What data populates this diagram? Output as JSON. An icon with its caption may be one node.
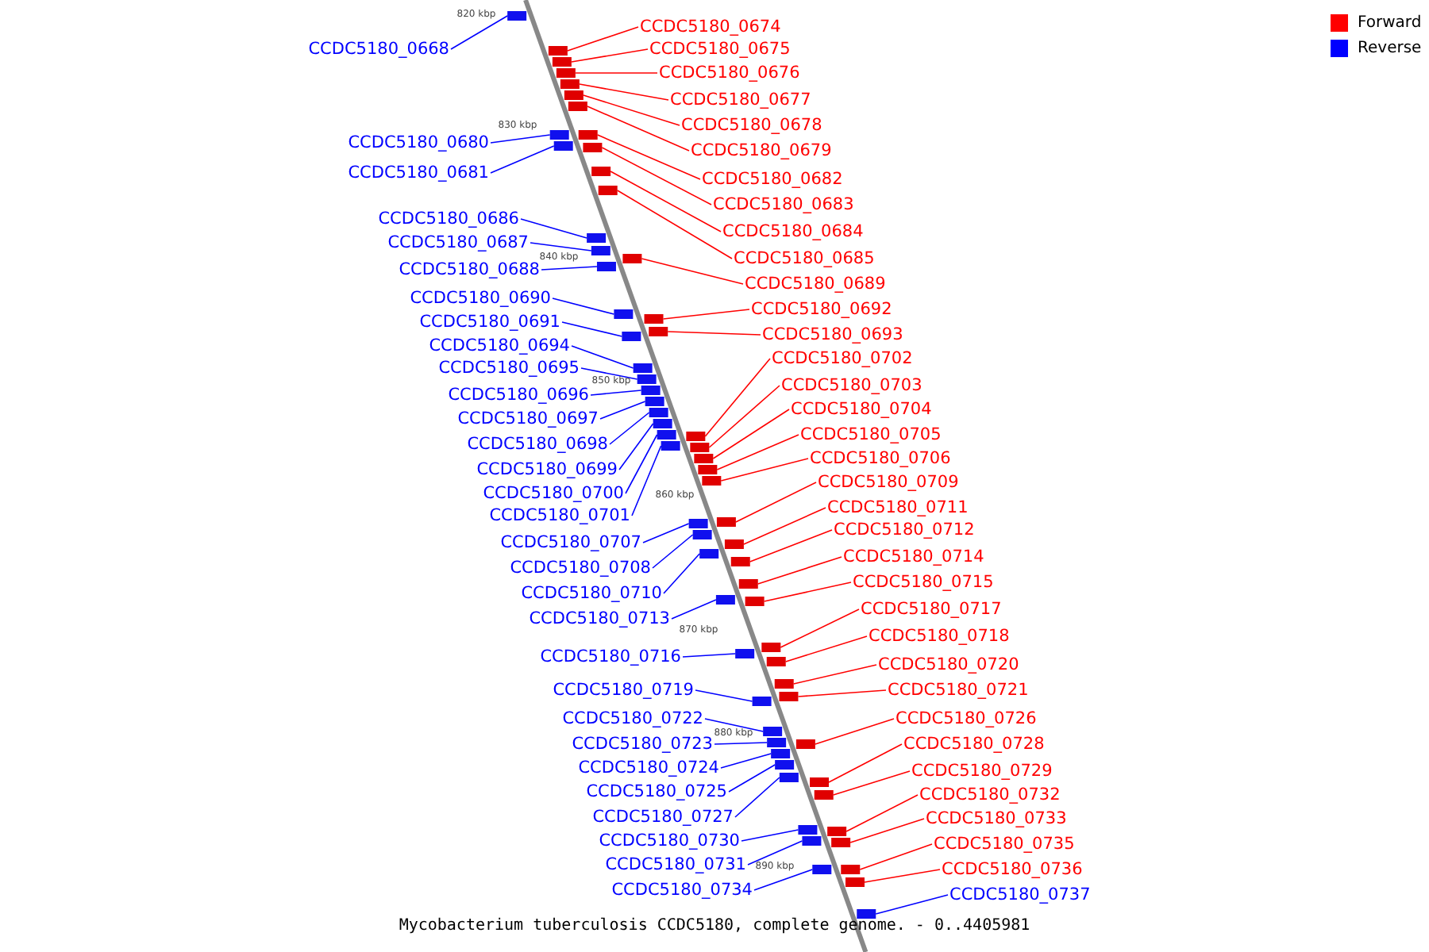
{
  "diagram": {
    "caption": "Mycobacterium tuberculosis CCDC5180, complete genome. - 0..4405981",
    "nodes": [
      {
        "text": [
          "CCDC5180_0668"
        ]
      },
      {
        "text": [
          "CCDC5180_0674"
        ]
      },
      {
        "text": [
          "CCDC5180_0675"
        ]
      },
      {
        "text": [
          "CCDC5180_0676"
        ]
      },
      {
        "text": [
          "CCDC5180_0677"
        ]
      },
      {
        "text": [
          "CCDC5180_0678"
        ]
      },
      {
        "text": [
          "CCDC5180_0679"
        ]
      },
      {
        "text": [
          "CCDC5180_0680"
        ]
      },
      {
        "text": [
          "CCDC5180_0681"
        ]
      },
      {
        "text": [
          "CCDC5180_0682"
        ]
      },
      {
        "text": [
          "CCDC5180_0683"
        ]
      },
      {
        "text": [
          "CCDC5180_0684"
        ]
      },
      {
        "text": [
          "CCDC5180_0685"
        ]
      },
      {
        "text": [
          "CCDC5180_0686"
        ]
      },
      {
        "text": [
          "CCDC5180_0687"
        ]
      },
      {
        "text": [
          "CCDC5180_0688"
        ]
      },
      {
        "text": [
          "CCDC5180_0689"
        ]
      },
      {
        "text": [
          "CCDC5180_0690"
        ]
      },
      {
        "text": [
          "CCDC5180_0691"
        ]
      },
      {
        "text": [
          "CCDC5180_0692"
        ]
      },
      {
        "text": [
          "CCDC5180_0693"
        ]
      },
      {
        "text": [
          "CCDC5180_0694"
        ]
      },
      {
        "text": [
          "CCDC5180_0695"
        ]
      },
      {
        "text": [
          "CCDC5180_0696"
        ]
      },
      {
        "text": [
          "CCDC5180_0697"
        ]
      },
      {
        "text": [
          "CCDC5180_0698"
        ]
      },
      {
        "text": [
          "CCDC5180_0699"
        ]
      },
      {
        "text": [
          "CCDC5180_0700"
        ]
      },
      {
        "text": [
          "CCDC5180_0701"
        ]
      },
      {
        "text": [
          "CCDC5180_0702"
        ]
      },
      {
        "text": [
          "CCDC5180_0703"
        ]
      },
      {
        "text": [
          "CCDC5180_0704"
        ]
      },
      {
        "text": [
          "CCDC5180_0705"
        ]
      },
      {
        "text": [
          "CCDC5180_0706"
        ]
      },
      {
        "text": [
          "CCDC5180_0707"
        ]
      },
      {
        "text": [
          "CCDC5180_0708"
        ]
      },
      {
        "text": [
          "CCDC5180_0709"
        ]
      },
      {
        "text": [
          "CCDC5180_0710"
        ]
      },
      {
        "text": [
          "CCDC5180_0711"
        ]
      },
      {
        "text": [
          "CCDC5180_0712"
        ]
      },
      {
        "text": [
          "CCDC5180_0713"
        ]
      },
      {
        "text": [
          "CCDC5180_0714"
        ]
      },
      {
        "text": [
          "CCDC5180_0715"
        ]
      },
      {
        "text": [
          "CCDC5180_0716"
        ]
      },
      {
        "text": [
          "CCDC5180_0717"
        ]
      },
      {
        "text": [
          "CCDC5180_0718"
        ]
      },
      {
        "text": [
          "CCDC5180_0719"
        ]
      },
      {
        "text": [
          "CCDC5180_0720"
        ]
      },
      {
        "text": [
          "CCDC5180_0721"
        ]
      },
      {
        "text": [
          "CCDC5180_0722"
        ]
      },
      {
        "text": [
          "CCDC5180_0723"
        ]
      },
      {
        "text": [
          "CCDC5180_0724"
        ]
      },
      {
        "text": [
          "CCDC5180_0725"
        ]
      },
      {
        "text": [
          "CCDC5180_0726"
        ]
      },
      {
        "text": [
          "CCDC5180_0727"
        ]
      },
      {
        "text": [
          "CCDC5180_0728"
        ]
      },
      {
        "text": [
          "CCDC5180_0729"
        ]
      },
      {
        "text": [
          "CCDC5180_0730"
        ]
      },
      {
        "text": [
          "CCDC5180_0731"
        ]
      },
      {
        "text": [
          "CCDC5180_0732"
        ]
      },
      {
        "text": [
          "CCDC5180_0733"
        ]
      },
      {
        "text": [
          "CCDC5180_0734"
        ]
      },
      {
        "text": [
          "CCDC5180_0735"
        ]
      },
      {
        "text": [
          "CCDC5180_0736"
        ]
      },
      {
        "text": [
          "CCDC5180_0737"
        ]
      },
      {
        "text": [],
        "shape": "box"
      },
      {
        "text": [],
        "shape": "box"
      },
      {
        "text": [],
        "shape": "box"
      },
      {
        "text": [],
        "shape": "box"
      },
      {
        "text": [],
        "shape": "box"
      },
      {
        "text": [],
        "shape": "box"
      },
      {
        "text": [],
        "shape": "box"
      },
      {
        "text": [],
        "shape": "box"
      },
      {
        "text": [],
        "shape": "box"
      },
      {
        "text": [],
        "shape": "box"
      },
      {
        "text": [],
        "shape": "box"
      },
      {
        "text": [],
        "shape": "box"
      },
      {
        "text": [],
        "shape": "box"
      },
      {
        "text": [],
        "shape": "box"
      },
      {
        "text": [],
        "shape": "box"
      },
      {
        "text": [],
        "shape": "box"
      },
      {
        "text": [],
        "shape": "box"
      },
      {
        "text": [],
        "shape": "box"
      },
      {
        "text": [],
        "shape": "box"
      },
      {
        "text": [],
        "shape": "box"
      },
      {
        "text": [],
        "shape": "box"
      },
      {
        "text": [],
        "shape": "box"
      },
      {
        "text": [],
        "shape": "box"
      },
      {
        "text": [],
        "shape": "box"
      },
      {
        "text": [],
        "shape": "box"
      },
      {
        "text": [],
        "shape": "box"
      },
      {
        "text": [],
        "shape": "box"
      },
      {
        "text": [],
        "shape": "box"
      },
      {
        "text": [],
        "shape": "box"
      },
      {
        "text": [],
        "shape": "box"
      },
      {
        "text": [],
        "shape": "box"
      },
      {
        "text": [],
        "shape": "box"
      },
      {
        "text": [],
        "shape": "box"
      },
      {
        "text": [],
        "shape": "box"
      },
      {
        "text": [],
        "shape": "box"
      },
      {
        "text": [],
        "shape": "box"
      },
      {
        "text": [],
        "shape": "box"
      },
      {
        "text": [],
        "shape": "box"
      },
      {
        "text": [],
        "shape": "box"
      },
      {
        "text": [],
        "shape": "box"
      },
      {
        "text": [],
        "shape": "box"
      },
      {
        "text": [],
        "shape": "box"
      },
      {
        "text": [],
        "shape": "box"
      },
      {
        "text": [],
        "shape": "box"
      },
      {
        "text": [],
        "shape": "box"
      },
      {
        "text": [],
        "shape": "box"
      },
      {
        "text": [],
        "shape": "box"
      },
      {
        "text": [],
        "shape": "box"
      },
      {
        "text": [],
        "shape": "box"
      },
      {
        "text": [],
        "shape": "box"
      },
      {
        "text": [],
        "shape": "box"
      },
      {
        "text": [],
        "shape": "box"
      },
      {
        "text": [],
        "shape": "box"
      },
      {
        "text": [],
        "shape": "box"
      },
      {
        "text": [],
        "shape": "box"
      },
      {
        "text": [],
        "shape": "box"
      },
      {
        "text": [],
        "shape": "box"
      },
      {
        "text": [],
        "shape": "box"
      },
      {
        "text": [],
        "shape": "box"
      },
      {
        "text": [],
        "shape": "box"
      },
      {
        "text": [],
        "shape": "box"
      },
      {
        "text": [],
        "shape": "box"
      },
      {
        "text": [],
        "shape": "box"
      },
      {
        "text": [],
        "shape": "box"
      },
      {
        "text": [],
        "shape": "box"
      }
    ],
    "edges": [
      {
        "from": 0,
        "to": 65,
        "arrow": "none",
        "color": "#0000ff"
      },
      {
        "from": 1,
        "to": 66,
        "arrow": "none"
      },
      {
        "from": 2,
        "to": 67,
        "arrow": "none"
      },
      {
        "from": 3,
        "to": 68,
        "arrow": "none"
      },
      {
        "from": 4,
        "to": 69,
        "arrow": "none"
      },
      {
        "from": 5,
        "to": 70,
        "arrow": "none"
      },
      {
        "from": 6,
        "to": 71,
        "arrow": "none"
      },
      {
        "from": 7,
        "to": 72,
        "arrow": "none",
        "color": "#0000ff"
      },
      {
        "from": 8,
        "to": 73,
        "arrow": "none",
        "color": "#0000ff"
      },
      {
        "from": 9,
        "to": 74,
        "arrow": "none"
      },
      {
        "from": 10,
        "to": 75,
        "arrow": "none"
      },
      {
        "from": 11,
        "to": 76,
        "arrow": "none"
      },
      {
        "from": 12,
        "to": 77,
        "arrow": "none"
      },
      {
        "from": 13,
        "to": 78,
        "arrow": "none",
        "color": "#0000ff"
      },
      {
        "from": 14,
        "to": 79,
        "arrow": "none",
        "color": "#0000ff"
      },
      {
        "from": 15,
        "to": 80,
        "arrow": "none",
        "color": "#0000ff"
      },
      {
        "from": 16,
        "to": 81,
        "arrow": "none"
      },
      {
        "from": 17,
        "to": 82,
        "arrow": "none",
        "color": "#0000ff"
      },
      {
        "from": 18,
        "to": 83,
        "arrow": "none",
        "color": "#0000ff"
      },
      {
        "from": 19,
        "to": 84,
        "arrow": "none"
      },
      {
        "from": 20,
        "to": 85,
        "arrow": "none"
      },
      {
        "from": 21,
        "to": 86,
        "arrow": "none",
        "color": "#0000ff"
      },
      {
        "from": 22,
        "to": 87,
        "arrow": "none",
        "color": "#0000ff"
      },
      {
        "from": 23,
        "to": 88,
        "arrow": "none",
        "color": "#0000ff"
      },
      {
        "from": 24,
        "to": 89,
        "arrow": "none",
        "color": "#0000ff"
      },
      {
        "from": 25,
        "to": 90,
        "arrow": "none",
        "color": "#0000ff"
      },
      {
        "from": 26,
        "to": 91,
        "arrow": "none",
        "color": "#0000ff"
      },
      {
        "from": 27,
        "to": 92,
        "arrow": "none",
        "color": "#0000ff"
      },
      {
        "from": 28,
        "to": 93,
        "arrow": "none",
        "color": "#0000ff"
      },
      {
        "from": 29,
        "to": 94,
        "arrow": "none"
      },
      {
        "from": 30,
        "to": 95,
        "arrow": "none"
      },
      {
        "from": 31,
        "to": 96,
        "arrow": "none"
      },
      {
        "from": 32,
        "to": 97,
        "arrow": "none"
      },
      {
        "from": 33,
        "to": 98,
        "arrow": "none"
      },
      {
        "from": 34,
        "to": 99,
        "arrow": "none",
        "color": "#0000ff"
      },
      {
        "from": 35,
        "to": 100,
        "arrow": "none",
        "color": "#0000ff"
      },
      {
        "from": 36,
        "to": 101,
        "arrow": "none"
      },
      {
        "from": 37,
        "to": 102,
        "arrow": "none",
        "color": "#0000ff"
      },
      {
        "from": 38,
        "to": 103,
        "arrow": "none"
      },
      {
        "from": 39,
        "to": 104,
        "arrow": "none"
      },
      {
        "from": 40,
        "to": 105,
        "arrow": "none",
        "color": "#0000ff"
      },
      {
        "from": 41,
        "to": 106,
        "arrow": "none"
      },
      {
        "from": 42,
        "to": 107,
        "arrow": "none"
      },
      {
        "from": 43,
        "to": 108,
        "arrow": "none",
        "color": "#0000ff"
      },
      {
        "from": 44,
        "to": 109,
        "arrow": "none"
      },
      {
        "from": 45,
        "to": 110,
        "arrow": "none"
      },
      {
        "from": 46,
        "to": 111,
        "arrow": "none",
        "color": "#0000ff"
      },
      {
        "from": 47,
        "to": 112,
        "arrow": "none"
      },
      {
        "from": 48,
        "to": 113,
        "arrow": "none"
      },
      {
        "from": 49,
        "to": 114,
        "arrow": "none",
        "color": "#0000ff"
      },
      {
        "from": 50,
        "to": 115,
        "arrow": "none",
        "color": "#0000ff"
      },
      {
        "from": 51,
        "to": 116,
        "arrow": "none",
        "color": "#0000ff"
      },
      {
        "from": 52,
        "to": 117,
        "arrow": "none",
        "color": "#0000ff"
      },
      {
        "from": 53,
        "to": 118,
        "arrow": "none"
      },
      {
        "from": 54,
        "to": 119,
        "arrow": "none",
        "color": "#0000ff"
      },
      {
        "from": 55,
        "to": 120,
        "arrow": "none"
      },
      {
        "from": 56,
        "to": 121,
        "arrow": "none"
      },
      {
        "from": 57,
        "to": 122,
        "arrow": "none",
        "color": "#0000ff"
      },
      {
        "from": 58,
        "to": 123,
        "arrow": "none",
        "color": "#0000ff"
      },
      {
        "from": 59,
        "to": 124,
        "arrow": "none"
      },
      {
        "from": 60,
        "to": 125,
        "arrow": "none"
      },
      {
        "from": 61,
        "to": 126,
        "arrow": "none",
        "color": "#0000ff"
      },
      {
        "from": 62,
        "to": 127,
        "arrow": "none"
      },
      {
        "from": 63,
        "to": 128,
        "arrow": "none"
      },
      {
        "from": 64,
        "to": 129,
        "arrow": "none",
        "color": "#0000ff"
      }
    ],
    "labels": [
      "820 kbp",
      "830 kbp",
      "840 kbp",
      "850 kbp",
      "860 kbp",
      "870 kbp",
      "880 kbp",
      "890 kbp"
    ],
    "legend": [
      {
        "text": "Forward",
        "color": "#ff0000"
      },
      {
        "text": "Reverse",
        "color": "#0000ff"
      }
    ]
  }
}
